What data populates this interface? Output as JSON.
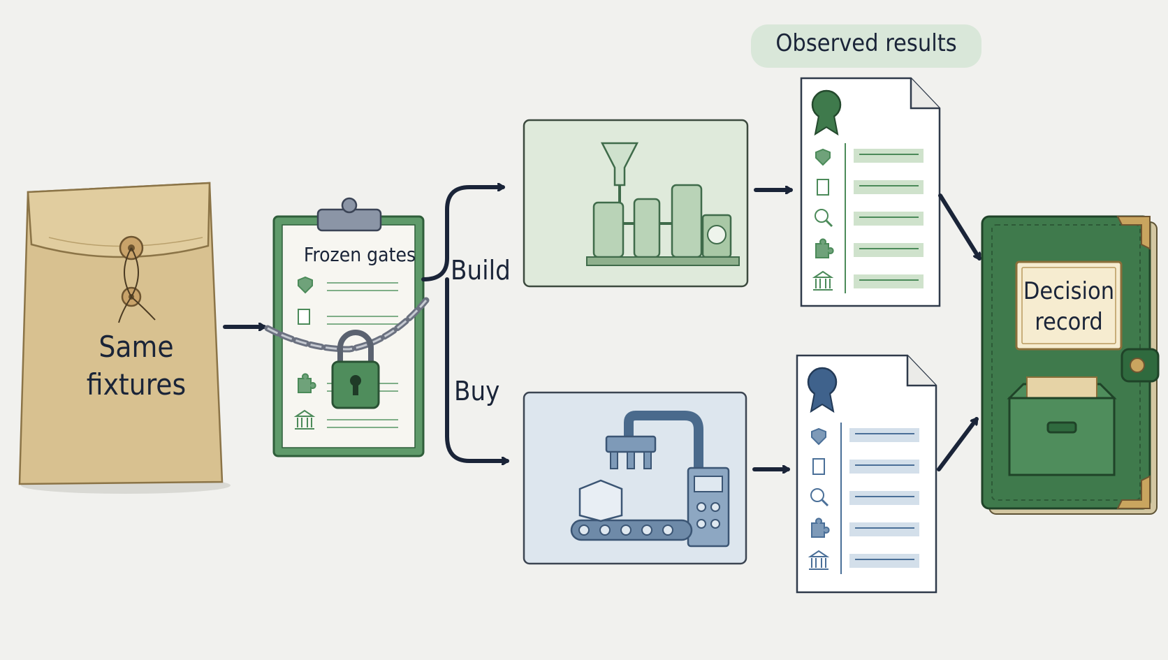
{
  "diagram": {
    "envelope": {
      "label": "Same fixtures",
      "icon": "envelope-icon"
    },
    "clipboard": {
      "label": "Frozen gates",
      "icon": "locked-clipboard-icon"
    },
    "branches": {
      "build": "Build",
      "buy": "Buy"
    },
    "build_panel": {
      "icon": "distillery-machine-icon",
      "tint": "#dfeadb"
    },
    "buy_panel": {
      "icon": "conveyor-factory-icon",
      "tint": "#dde6ee"
    },
    "results_heading": "Observed results",
    "results_build": {
      "icon": "report-document-icon",
      "accent": "#3f7a4c"
    },
    "results_buy": {
      "icon": "report-document-icon",
      "accent": "#3f628c"
    },
    "decision": {
      "label": "Decision record",
      "icon": "green-ledger-icon"
    },
    "colors": {
      "ink": "#1a2438",
      "green": "#4b8a59",
      "blue": "#5a7fa6",
      "kraft": "#d6bf8e"
    }
  }
}
